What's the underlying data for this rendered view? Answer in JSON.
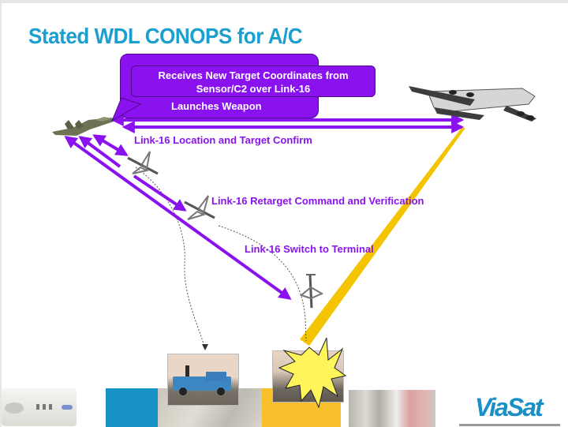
{
  "slide": {
    "title": "Stated WDL CONOPS for A/C",
    "brand_color": "#1a9fcf",
    "accent_color": "#8a12ef",
    "beam_color": "#f5c400"
  },
  "callouts": {
    "back_bubble_text": "Launches Weapon",
    "front_bubble_text": "Receives New Target Coordinates from Sensor/C2 over Link-16"
  },
  "links": [
    {
      "label": "Link-16 Location and Target Confirm"
    },
    {
      "label": "Link-16 Retarget Command and Verification"
    },
    {
      "label": "Link-16 Switch to Terminal"
    }
  ],
  "icons": {
    "fighter": "fighter-jet-icon",
    "awacs": "awacs-aircraft-icon",
    "weapon": "missile-icon",
    "explosion": "explosion-icon"
  },
  "footer": {
    "logo_text": "ViaSat"
  }
}
